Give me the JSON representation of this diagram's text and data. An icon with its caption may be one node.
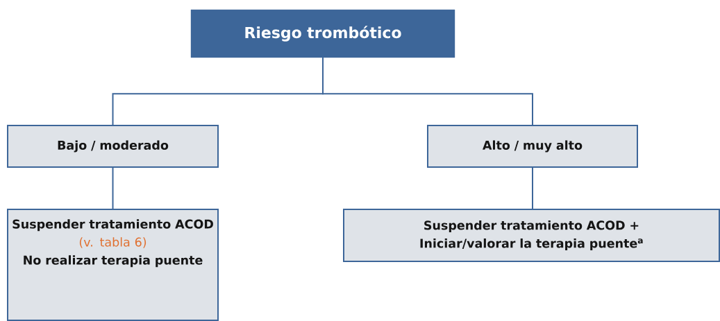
{
  "diagram": {
    "nodes": [
      {
        "text": [
          "Riesgo trombótico"
        ]
      },
      {
        "text": [
          "Bajo / moderado"
        ]
      },
      {
        "text": [
          "Alto / muy alto"
        ]
      },
      {
        "text": [
          "Suspender tratamiento ACOD",
          "(v. tabla 6)",
          "No realizar terapia puente"
        ]
      },
      {
        "text": [
          "Suspender tratamiento ACOD + Iniciar/valorar la terapia puente$^{a}$"
        ]
      }
    ],
    "edges": [
      {
        "from": 0,
        "to": 1,
        "arrow": "none"
      },
      {
        "from": 0,
        "to": 2,
        "arrow": "none"
      },
      {
        "from": 1,
        "to": 3,
        "arrow": "none"
      },
      {
        "from": 2,
        "to": 4,
        "arrow": "none"
      }
    ]
  }
}
